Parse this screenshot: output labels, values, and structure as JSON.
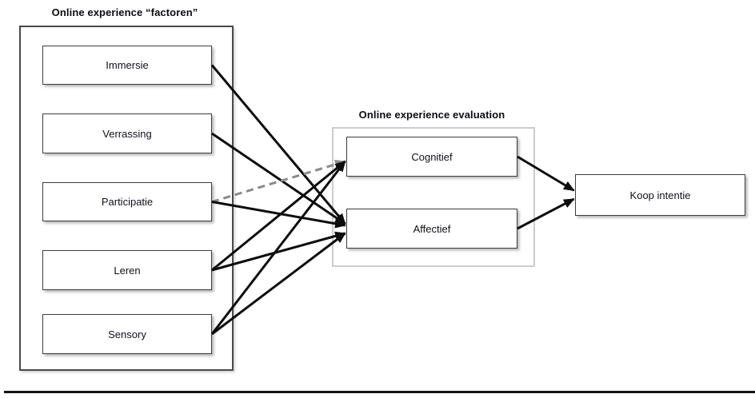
{
  "diagram": {
    "groups": {
      "factoren": {
        "title": "Online experience “factoren”"
      },
      "evaluation": {
        "title": "Online experience evaluation"
      }
    },
    "nodes": {
      "immersie": {
        "label": "Immersie"
      },
      "verrassing": {
        "label": "Verrassing"
      },
      "participatie": {
        "label": "Participatie"
      },
      "leren": {
        "label": "Leren"
      },
      "sensory": {
        "label": "Sensory"
      },
      "cognitief": {
        "label": "Cognitief"
      },
      "affectief": {
        "label": "Affectief"
      },
      "koop": {
        "label": "Koop intentie"
      }
    },
    "connections": [
      {
        "from": "immersie",
        "to": "affectief",
        "style": "solid"
      },
      {
        "from": "verrassing",
        "to": "affectief",
        "style": "solid"
      },
      {
        "from": "participatie",
        "to": "cognitief",
        "style": "dashed"
      },
      {
        "from": "participatie",
        "to": "affectief",
        "style": "solid"
      },
      {
        "from": "leren",
        "to": "cognitief",
        "style": "solid"
      },
      {
        "from": "leren",
        "to": "affectief",
        "style": "solid"
      },
      {
        "from": "sensory",
        "to": "cognitief",
        "style": "solid"
      },
      {
        "from": "sensory",
        "to": "affectief",
        "style": "solid"
      },
      {
        "from": "cognitief",
        "to": "koop",
        "style": "solid"
      },
      {
        "from": "affectief",
        "to": "koop",
        "style": "solid"
      }
    ],
    "colors": {
      "background": "#ffffff",
      "arrow_solid": "#0d0d0d",
      "arrow_dashed": "#8a8a8a",
      "box_border": "#3d3d3d",
      "group_border": "#4a4a4a",
      "panel_border": "#cccccc"
    }
  }
}
